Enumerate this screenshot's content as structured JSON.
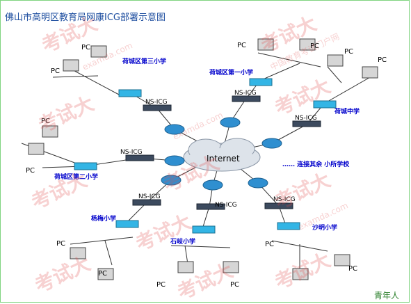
{
  "title": "佛山市高明区教育局网康ICG部署示意图",
  "internet_label": "Internet",
  "nsicg_label": "NS-ICG",
  "pc_label": "PC",
  "schools": {
    "third_primary": "荷城区第三小学",
    "first_primary": "荷城区第一小学",
    "hecheng_middle": "荷城中学",
    "second_primary": "荷城区第二小学",
    "yangmei_primary": "杨梅小学",
    "shiji_primary": "石岐小学",
    "shaming_primary": "沙明小学"
  },
  "more_schools_text": "……  连接其余 小所学校",
  "watermark_main": "考试大",
  "watermark_url": "examda.com",
  "watermark_sub": "中国教育考试门户网",
  "corner_mark": "青年人"
}
